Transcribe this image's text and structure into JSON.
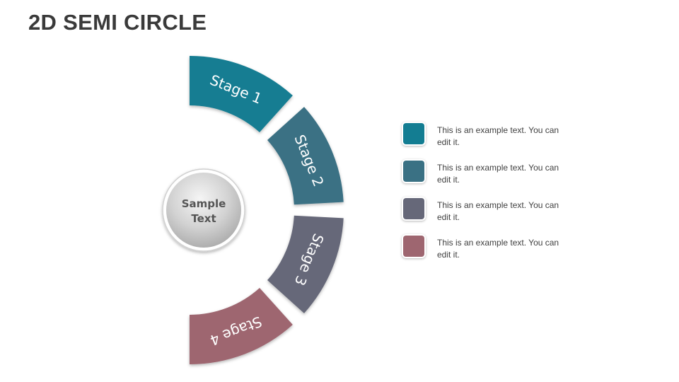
{
  "title": "2D SEMI CIRCLE",
  "center": {
    "line1": "Sample",
    "line2": "Text"
  },
  "stages": [
    {
      "label": "Stage 1",
      "color": "#137d92"
    },
    {
      "label": "Stage 2",
      "color": "#3a7184"
    },
    {
      "label": "Stage 3",
      "color": "#666879"
    },
    {
      "label": "Stage 4",
      "color": "#9e6670"
    }
  ],
  "legend": [
    {
      "text": "This is an example text. You can edit it.",
      "color": "#137d92"
    },
    {
      "text": "This is an example text. You can edit it.",
      "color": "#3a7184"
    },
    {
      "text": "This is an example text. You can edit it.",
      "color": "#666879"
    },
    {
      "text": "This is an example text. You can edit it.",
      "color": "#9e6670"
    }
  ]
}
